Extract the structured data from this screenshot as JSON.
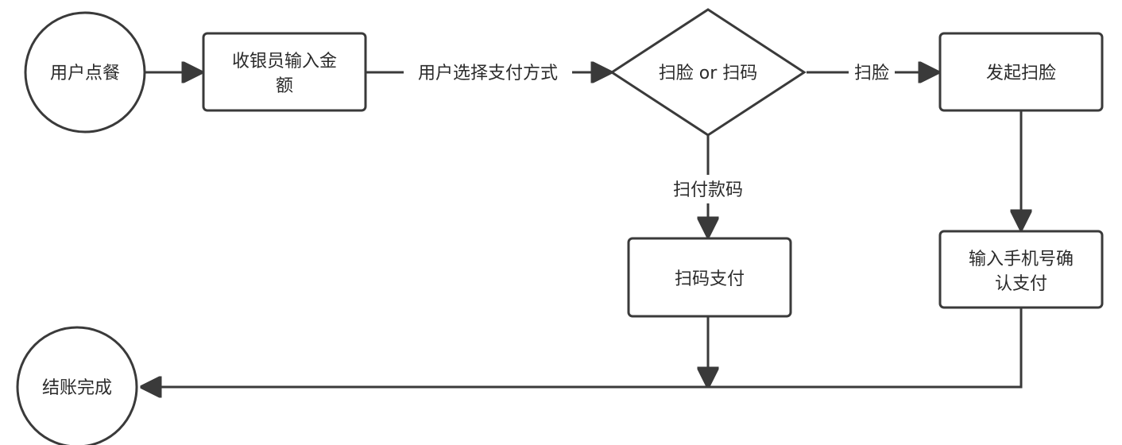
{
  "nodes": {
    "user_order": {
      "label": "用户点餐"
    },
    "cashier_input": {
      "line1": "收银员输入金",
      "line2": "额"
    },
    "decision": {
      "label": "扫脸 or 扫码"
    },
    "start_face_scan": {
      "label": "发起扫脸"
    },
    "scan_code_pay": {
      "label": "扫码支付"
    },
    "input_phone": {
      "line1": "输入手机号确",
      "line2": "认支付"
    },
    "checkout_done": {
      "label": "结账完成"
    }
  },
  "edges": {
    "choose_payment": {
      "label": "用户选择支付方式"
    },
    "face_branch": {
      "label": "扫脸"
    },
    "code_branch": {
      "label": "扫付款码"
    }
  }
}
